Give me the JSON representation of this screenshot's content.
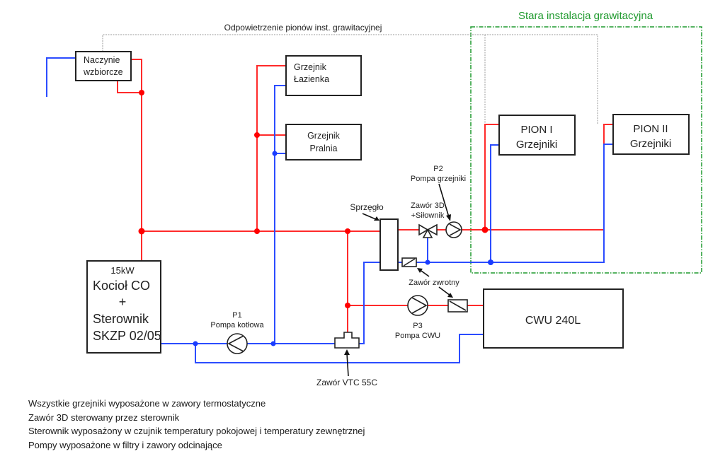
{
  "diagram": {
    "title_green": "Stara instalacja grawitacyjna",
    "vent_label": "Odpowietrzenie  pionów inst. grawitacyjnej",
    "colors": {
      "supply_pipe": "#ff2a2a",
      "return_pipe": "#2b4cff",
      "gravity_frame": "#1f9a2e",
      "vent_line": "#9a9a9a"
    },
    "components": {
      "expansion_vessel": {
        "line1": "Naczynie",
        "line2": "wzbiorcze"
      },
      "radiator_bathroom": {
        "line1": "Grzejnik",
        "line2": "Łazienka"
      },
      "radiator_laundry": {
        "line1": "Grzejnik",
        "line2": "Pralnia"
      },
      "pion1": {
        "line1": "PION I",
        "line2": "Grzejniki"
      },
      "pion2": {
        "line1": "PION II",
        "line2": "Grzejniki"
      },
      "boiler": {
        "power": "15kW",
        "line1": "Kocioł CO",
        "plus": "+",
        "line2": "Sterownik",
        "line3": "SKZP 02/05"
      },
      "dhw_tank": {
        "label": "CWU  240L"
      },
      "coupler": {
        "label": "Sprzęgło"
      },
      "valve_3d": {
        "line1": "Zawór 3D",
        "line2": "+Siłownik"
      },
      "pump_p2": {
        "id": "P2",
        "label": "Pompa grzejniki"
      },
      "pump_p1": {
        "id": "P1",
        "label": "Pompa kotłowa"
      },
      "pump_p3": {
        "id": "P3",
        "label": "Pompa CWU"
      },
      "check_valve": {
        "label": "Zawór zwrotny"
      },
      "vtc_valve": {
        "label": "Zawór VTC 55C"
      }
    },
    "icons": {
      "pump": "pump-symbol",
      "three_way_valve": "three-way-valve-symbol",
      "check_valve": "check-valve-symbol",
      "thermostatic_valve": "vtc-valve-symbol"
    }
  },
  "notes": [
    "Wszystkie grzejniki wyposażone w zawory termostatyczne",
    "Zawór 3D sterowany przez sterownik",
    "Sterownik wyposażony w czujnik temperatury pokojowej i temperatury zewnętrznej",
    "Pompy wyposażone w filtry i zawory odcinające"
  ]
}
